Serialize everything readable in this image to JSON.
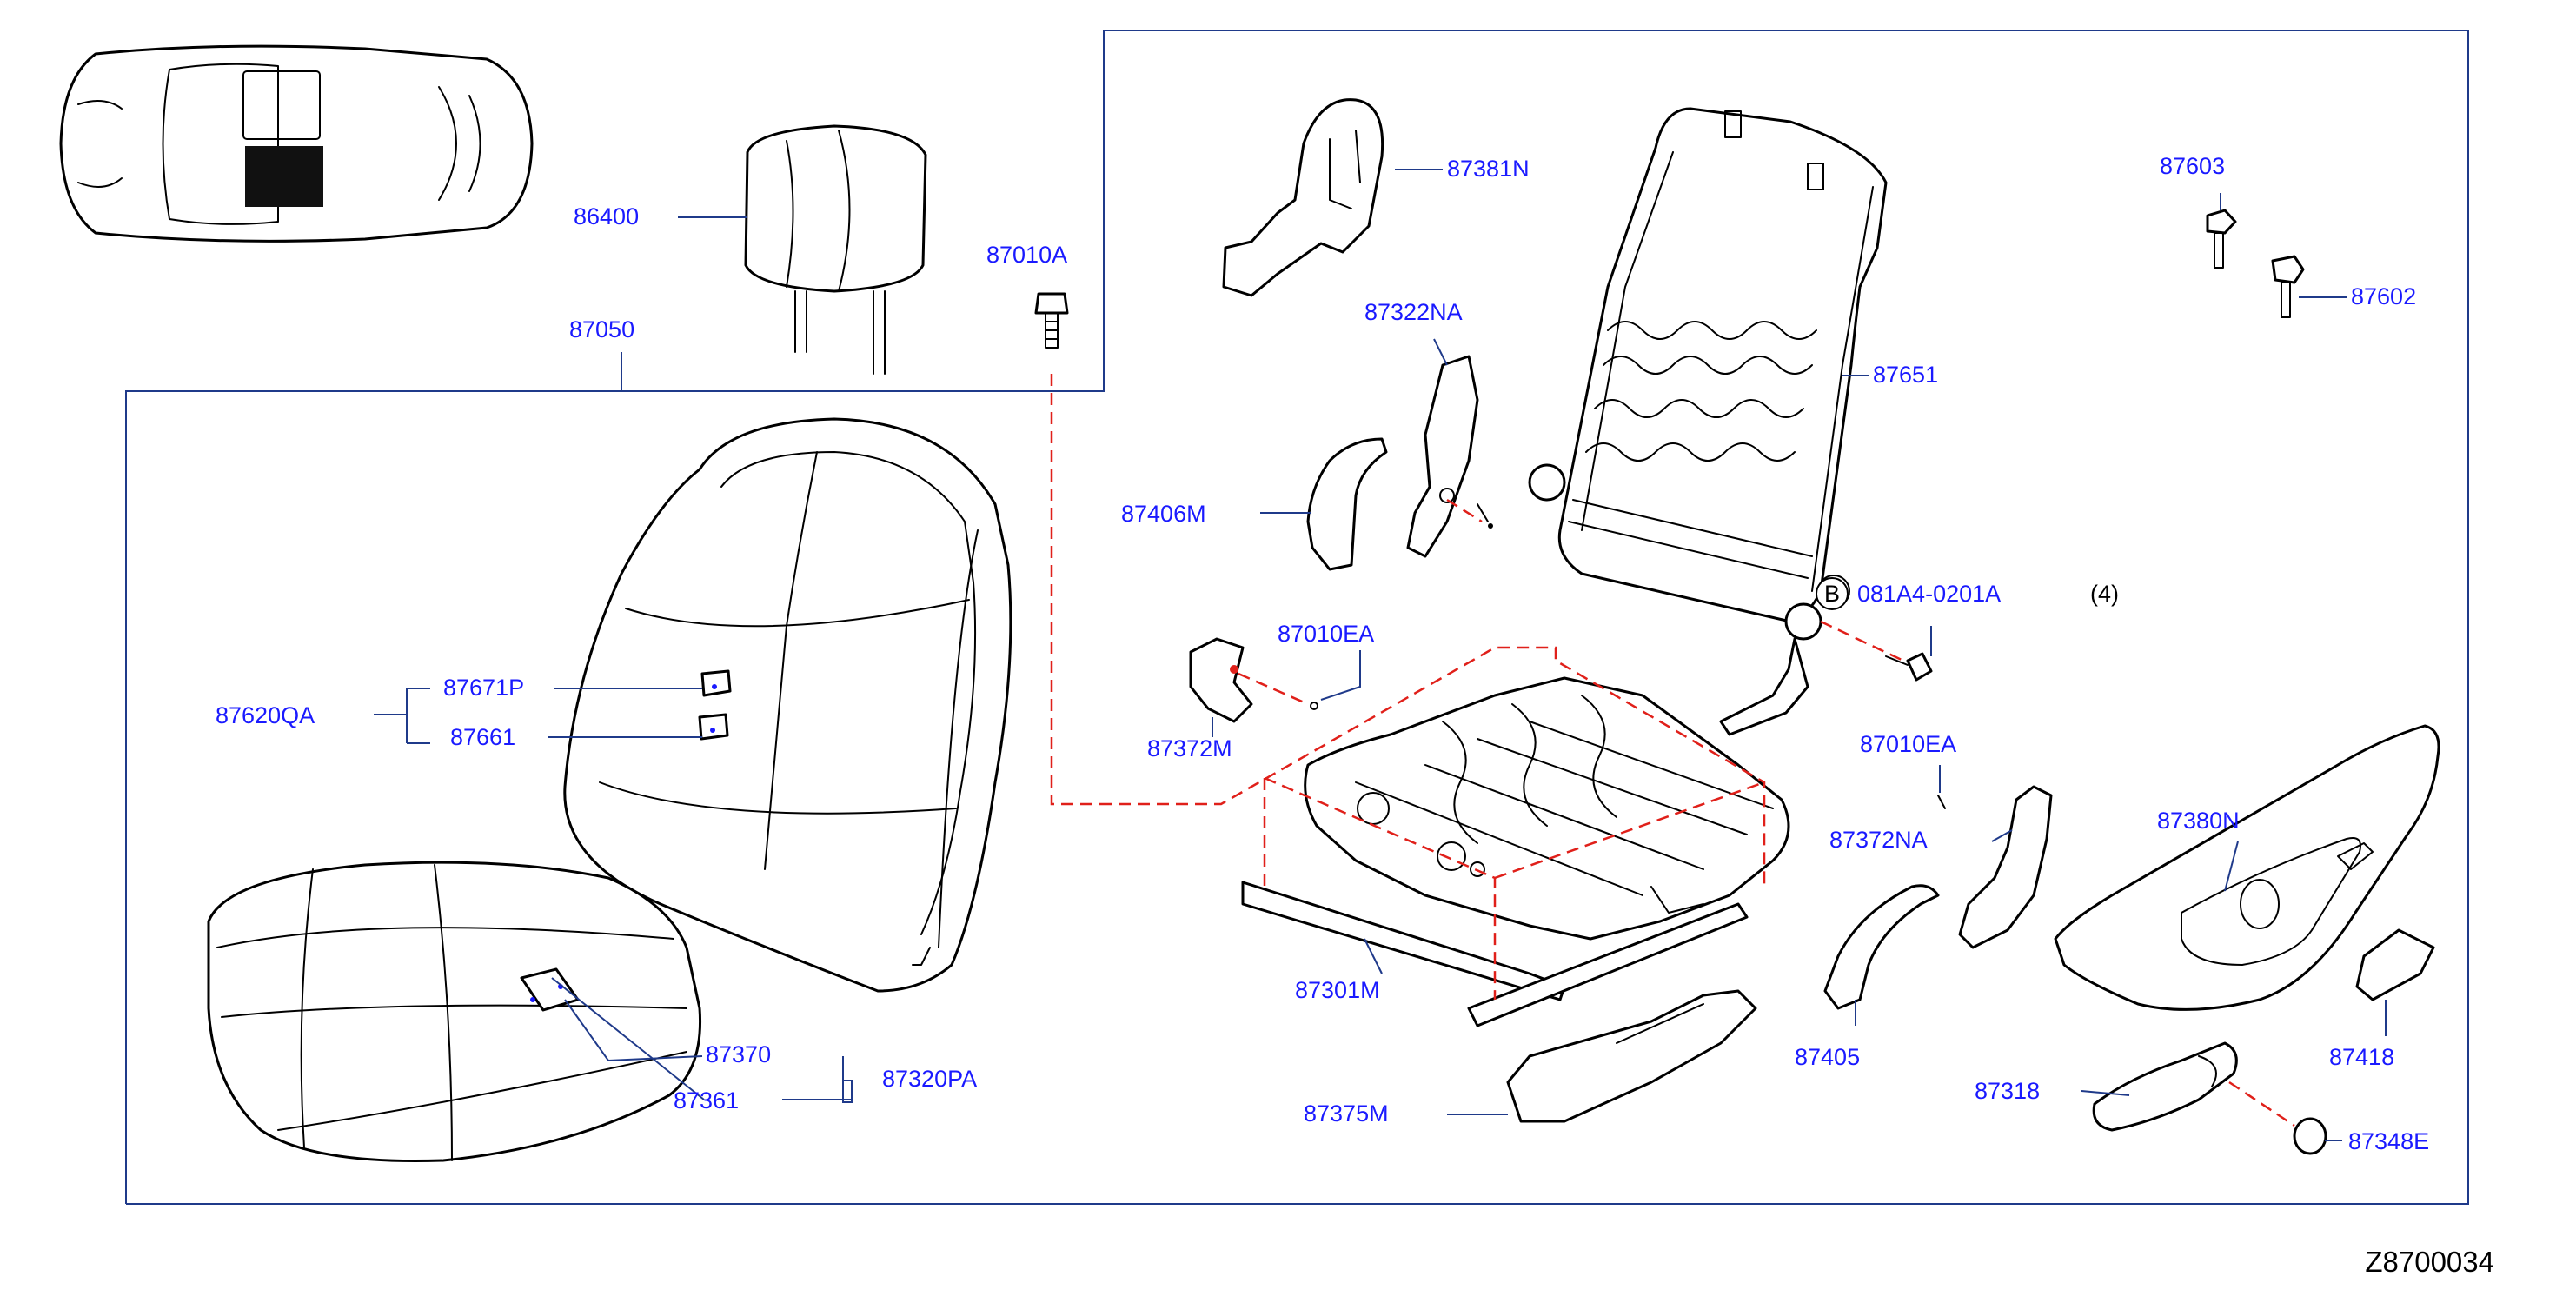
{
  "diagram_code": "Z8700034",
  "quantity_note": "(4)",
  "callout_letter": "B",
  "labels": {
    "p86400": "86400",
    "p87050": "87050",
    "p87010A": "87010A",
    "p87381N": "87381N",
    "p87322NA": "87322NA",
    "p87406M": "87406M",
    "p87010EA_1": "87010EA",
    "p87372M": "87372M",
    "p87620QA": "87620QA",
    "p87671P": "87671P",
    "p87661": "87661",
    "p87651": "87651",
    "p87603": "87603",
    "p87602": "87602",
    "p081A4": "081A4-0201A",
    "p87010EA_2": "87010EA",
    "p87372NA": "87372NA",
    "p87380N": "87380N",
    "p87301M": "87301M",
    "p87370": "87370",
    "p87320PA": "87320PA",
    "p87361": "87361",
    "p87405": "87405",
    "p87318": "87318",
    "p87418": "87418",
    "p87375M": "87375M",
    "p87348E": "87348E"
  }
}
